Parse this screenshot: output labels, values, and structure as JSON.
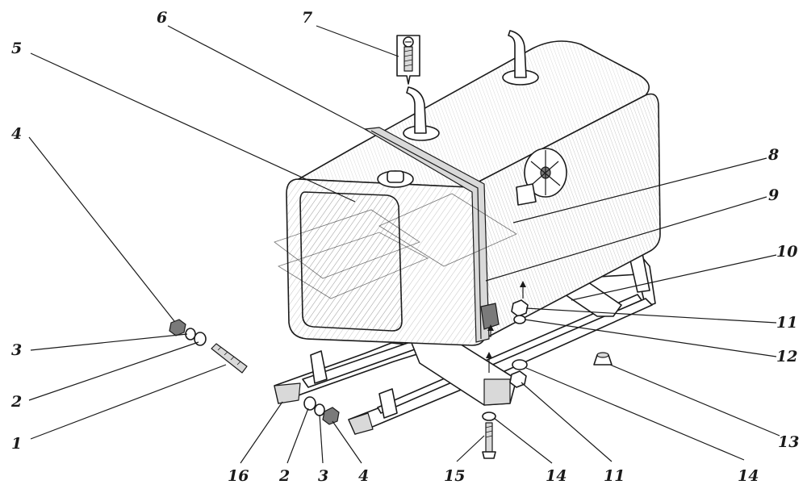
{
  "callouts": [
    {
      "id": "1",
      "text": "1"
    },
    {
      "id": "2a",
      "text": "2"
    },
    {
      "id": "3a",
      "text": "3"
    },
    {
      "id": "4a",
      "text": "4"
    },
    {
      "id": "5",
      "text": "5"
    },
    {
      "id": "6",
      "text": "6"
    },
    {
      "id": "7",
      "text": "7"
    },
    {
      "id": "8",
      "text": "8"
    },
    {
      "id": "9",
      "text": "9"
    },
    {
      "id": "10",
      "text": "10"
    },
    {
      "id": "11a",
      "text": "11"
    },
    {
      "id": "12",
      "text": "12"
    },
    {
      "id": "13",
      "text": "13"
    },
    {
      "id": "14a",
      "text": "14"
    },
    {
      "id": "11b",
      "text": "11"
    },
    {
      "id": "14b",
      "text": "14"
    },
    {
      "id": "15",
      "text": "15"
    },
    {
      "id": "4b",
      "text": "4"
    },
    {
      "id": "3b",
      "text": "3"
    },
    {
      "id": "2b",
      "text": "2"
    },
    {
      "id": "16",
      "text": "16"
    }
  ]
}
